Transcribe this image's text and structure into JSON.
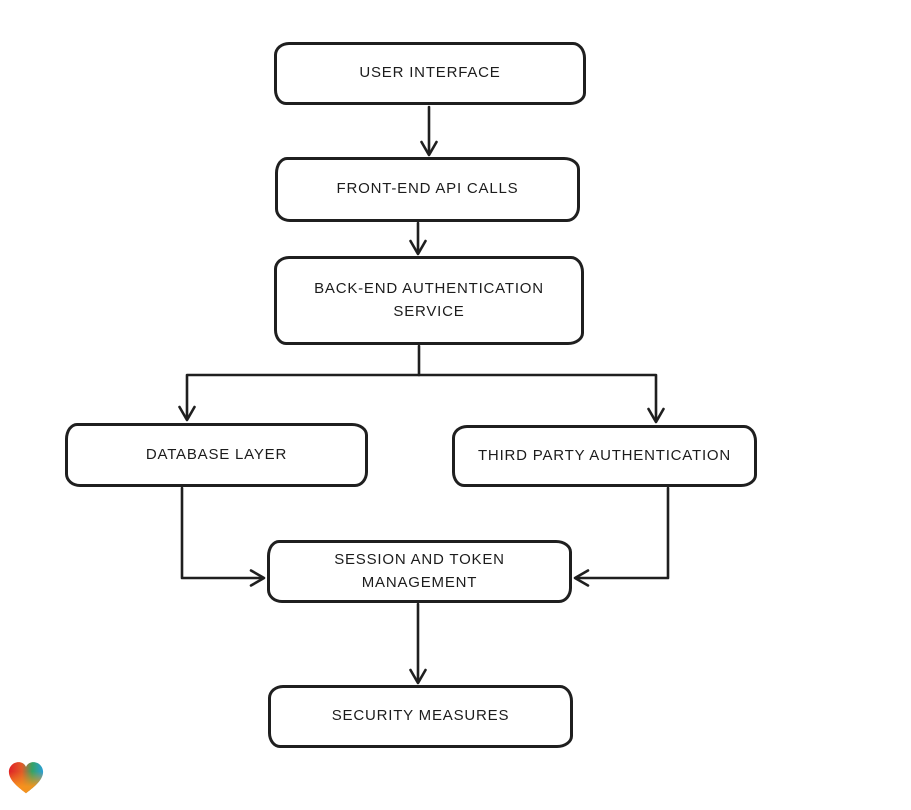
{
  "diagram": {
    "nodes": [
      {
        "id": "user-interface",
        "label": "USER INTERFACE"
      },
      {
        "id": "front-end-api-calls",
        "label": "FRONT-END API CALLS"
      },
      {
        "id": "back-end-authentication-service",
        "label": "BACK-END AUTHENTICATION SERVICE"
      },
      {
        "id": "database-layer",
        "label": "DATABASE LAYER"
      },
      {
        "id": "third-party-authentication",
        "label": "THIRD PARTY AUTHENTICATION"
      },
      {
        "id": "session-and-token-management",
        "label": "SESSION AND TOKEN MANAGEMENT"
      },
      {
        "id": "security-measures",
        "label": "SECURITY MEASURES"
      }
    ],
    "edges": [
      {
        "from": "user-interface",
        "to": "front-end-api-calls"
      },
      {
        "from": "front-end-api-calls",
        "to": "back-end-authentication-service"
      },
      {
        "from": "back-end-authentication-service",
        "to": "database-layer"
      },
      {
        "from": "back-end-authentication-service",
        "to": "third-party-authentication"
      },
      {
        "from": "database-layer",
        "to": "session-and-token-management"
      },
      {
        "from": "third-party-authentication",
        "to": "session-and-token-management"
      },
      {
        "from": "session-and-token-management",
        "to": "security-measures"
      }
    ],
    "style": {
      "stroke_color": "#1f1f1f",
      "node_fill": "#ffffff",
      "background": "#ffffff"
    }
  },
  "branding": {
    "logo_name": "heart-logo",
    "gradient_colors": [
      "#e02127",
      "#f7941d",
      "#36a365",
      "#2a9fd8"
    ]
  }
}
